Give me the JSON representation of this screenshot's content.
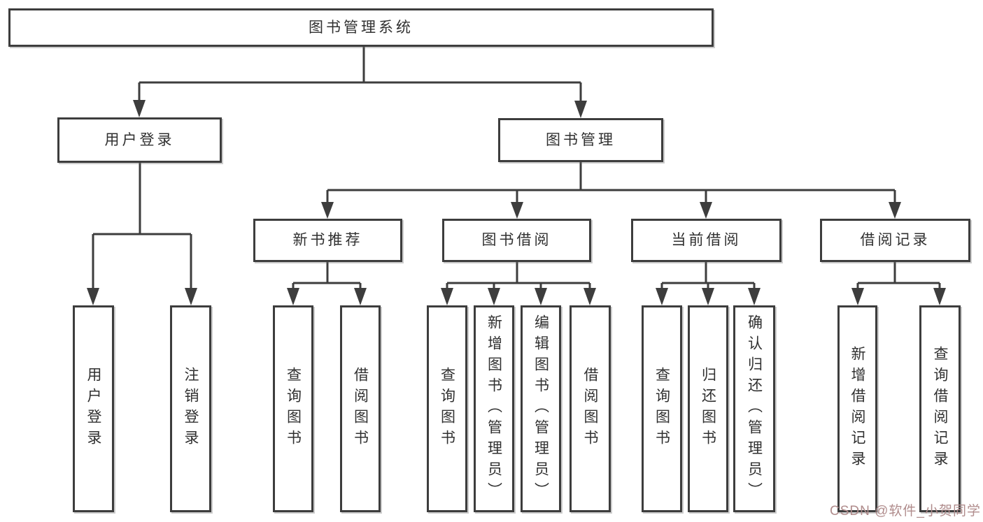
{
  "title": "图书管理系统",
  "colors": {
    "line": "#3d3d3d",
    "text": "#303030",
    "background": "#ffffff",
    "watermark": "#b08c8c"
  },
  "nodes": {
    "root": {
      "label": "图书管理系统"
    },
    "level2": [
      {
        "id": "user-login",
        "label": "用户登录"
      },
      {
        "id": "book-management",
        "label": "图书管理"
      }
    ],
    "level3": [
      {
        "id": "new-book-recommendation",
        "label": "新书推荐"
      },
      {
        "id": "book-borrowing",
        "label": "图书借阅"
      },
      {
        "id": "current-borrowing",
        "label": "当前借阅"
      },
      {
        "id": "borrowing-records",
        "label": "借阅记录"
      }
    ],
    "leaves": {
      "user_login": [
        {
          "label": "用户登录"
        },
        {
          "label": "注销登录"
        }
      ],
      "new_book": [
        {
          "label": "查询图书"
        },
        {
          "label": "借阅图书"
        }
      ],
      "book_borrow": [
        {
          "label": "查询图书"
        },
        {
          "label": "新增图书（管理员）"
        },
        {
          "label": "编辑图书（管理员）"
        },
        {
          "label": "借阅图书"
        }
      ],
      "current_borrow": [
        {
          "label": "查询图书"
        },
        {
          "label": "归还图书"
        },
        {
          "label": "确认归还（管理员）"
        }
      ],
      "records": [
        {
          "label": "新增借阅记录"
        },
        {
          "label": "查询借阅记录"
        }
      ]
    }
  },
  "watermark": {
    "text": "CSDN @软件_小贺同学"
  }
}
